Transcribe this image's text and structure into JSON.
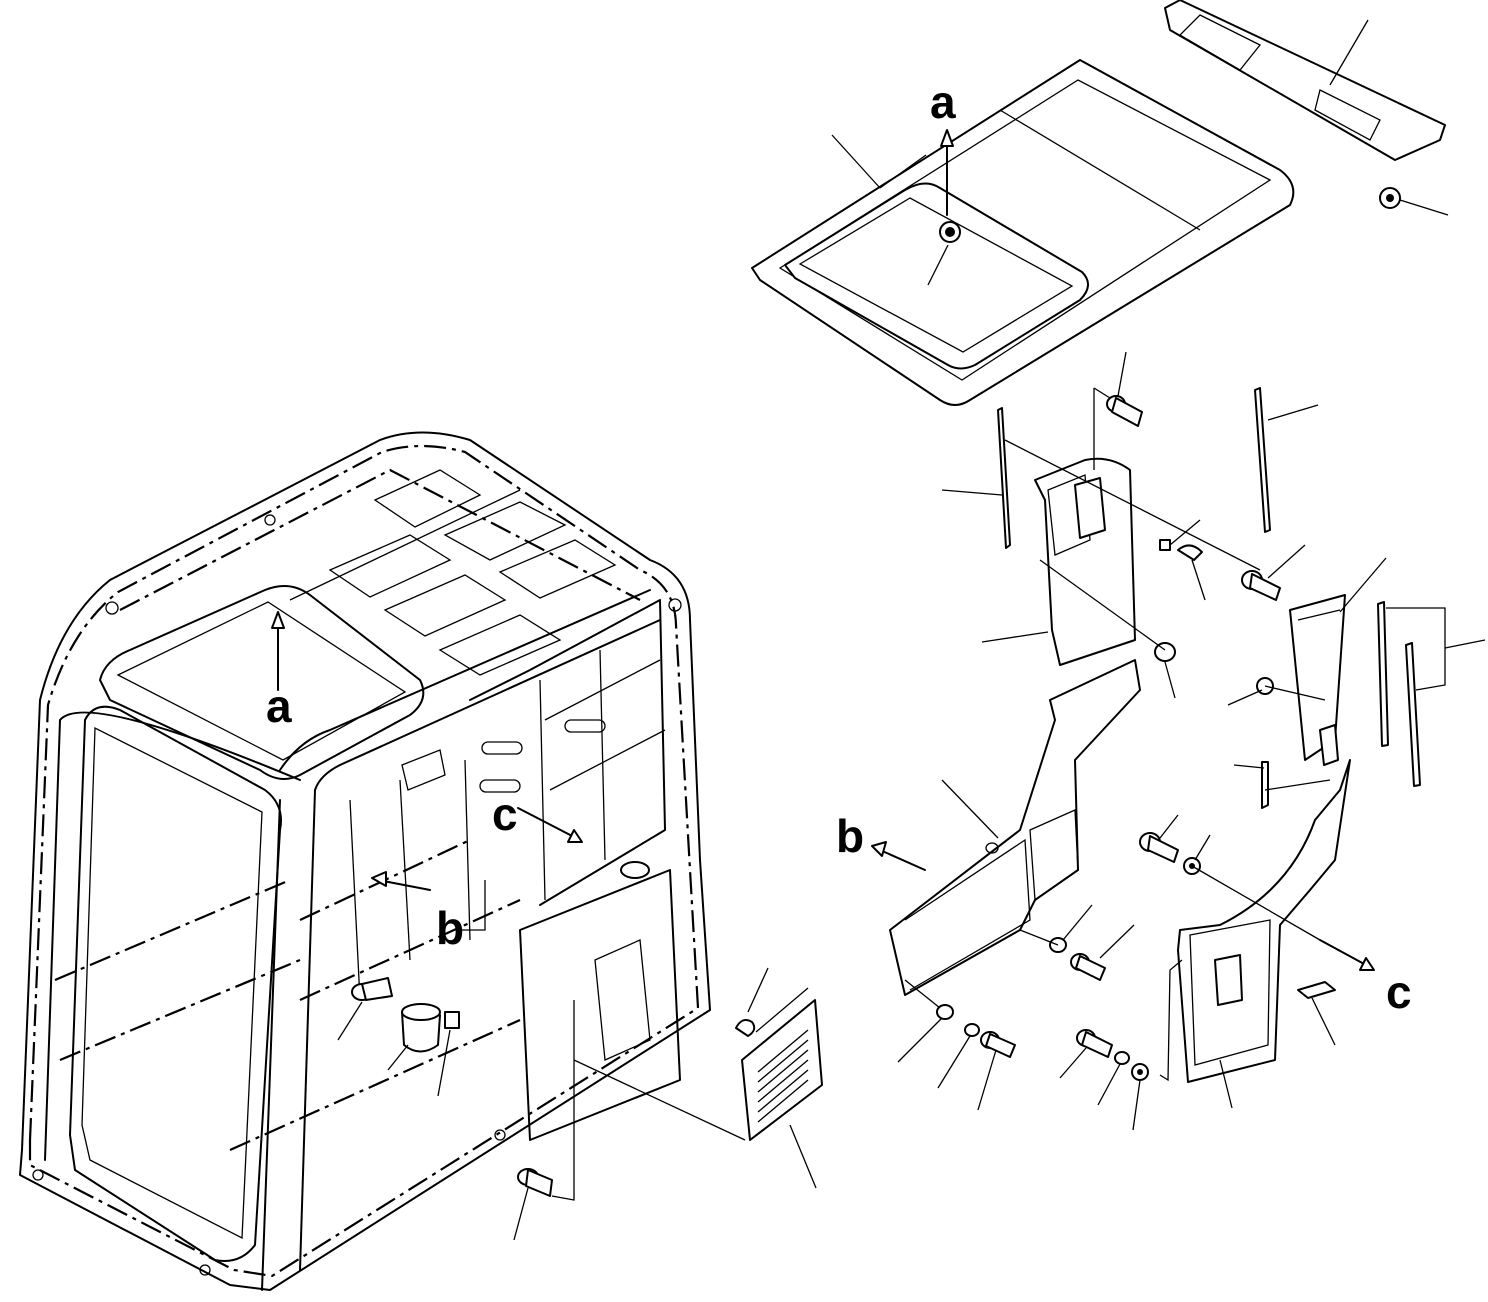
{
  "labels": {
    "a_top": "a",
    "a_cab": "a",
    "b_cab": "b",
    "b_panel": "b",
    "c_cab": "c",
    "c_panel": "c"
  },
  "colors": {
    "line": "#000000",
    "background": "#ffffff"
  }
}
